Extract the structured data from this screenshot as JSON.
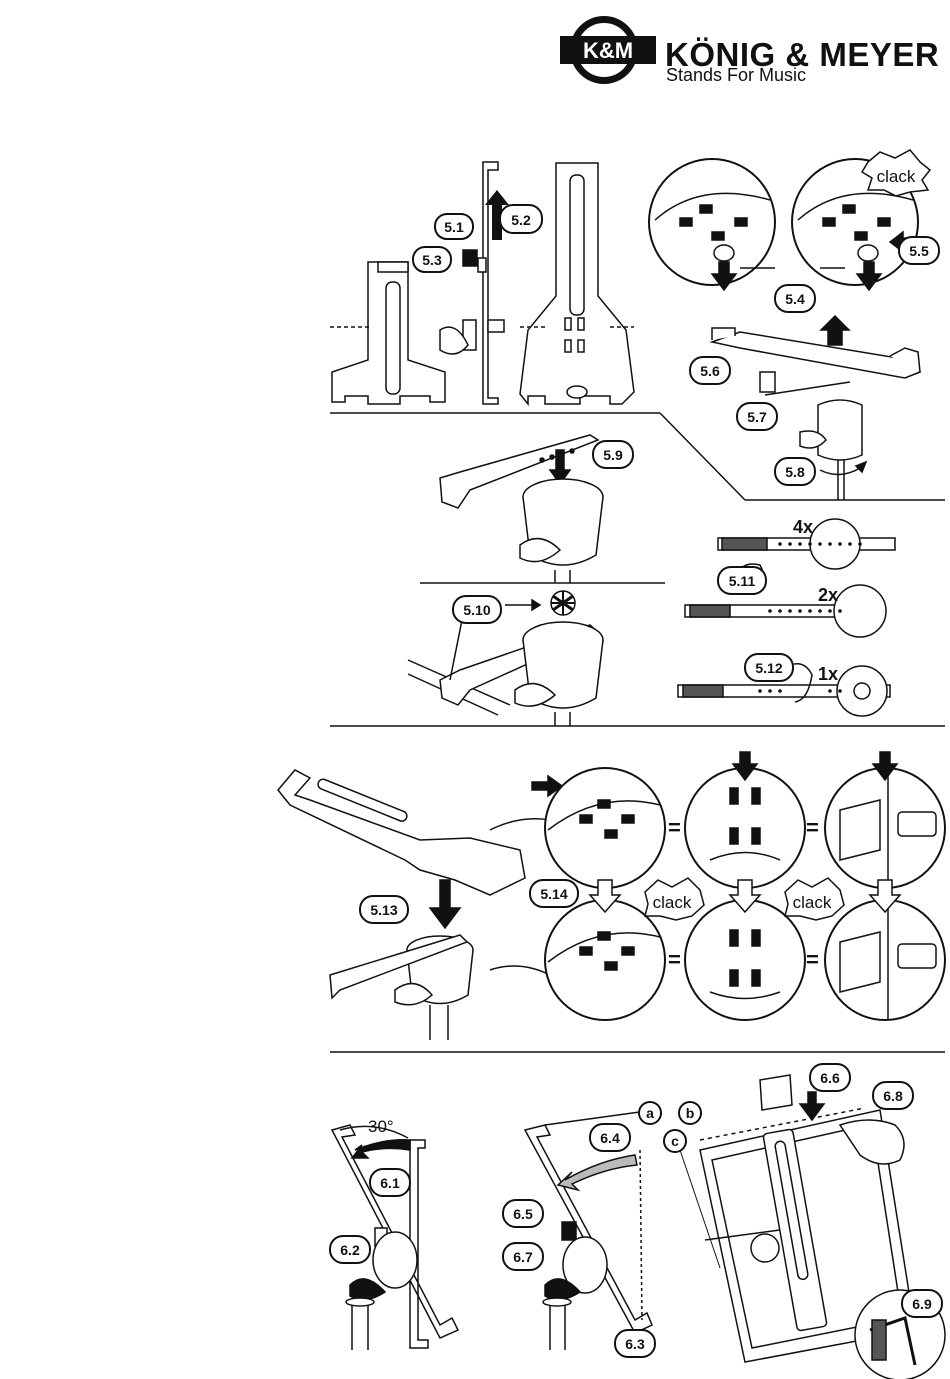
{
  "brand": {
    "logo_text": "K&M",
    "name": "KÖNIG & MEYER",
    "tagline": "Stands For Music",
    "logo_icon": "circular-logo"
  },
  "steps": {
    "s5_1": "5.1",
    "s5_2": "5.2",
    "s5_3": "5.3",
    "s5_4": "5.4",
    "s5_5": "5.5",
    "s5_6": "5.6",
    "s5_7": "5.7",
    "s5_8": "5.8",
    "s5_9": "5.9",
    "s5_10": "5.10",
    "s5_11": "5.11",
    "s5_12": "5.12",
    "s5_13": "5.13",
    "s5_14": "5.14",
    "s6_1": "6.1",
    "s6_2": "6.2",
    "s6_3": "6.3",
    "s6_4": "6.4",
    "s6_5": "6.5",
    "s6_6": "6.6",
    "s6_7": "6.7",
    "s6_8": "6.8",
    "s6_9": "6.9"
  },
  "labels": {
    "clack": "clack",
    "times4": "4x",
    "times2": "2x",
    "times1": "1x",
    "angle": "30°",
    "letter_a": "a",
    "letter_b": "b",
    "letter_c": "c",
    "equals": "="
  }
}
